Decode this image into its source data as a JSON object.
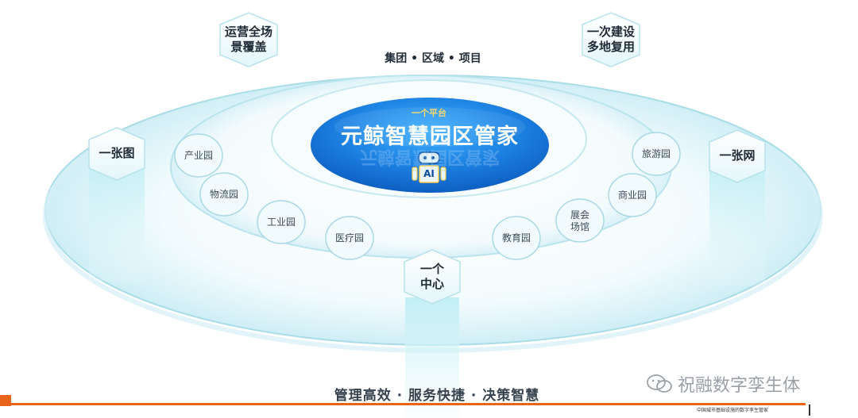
{
  "center": {
    "tag": "一个平台",
    "title": "元鲸智慧园区管家",
    "ai_label": "AI"
  },
  "top_line": "集团 • 区域 • 项目",
  "hex_labels": {
    "ops_line1": "运营全场",
    "ops_line2": "景覆盖",
    "build_line1": "一次建设",
    "build_line2": "多地复用",
    "map": "一张图",
    "net": "一张网",
    "center_line1": "一个",
    "center_line2": "中心"
  },
  "parks": [
    "产业园",
    "物流园",
    "工业园",
    "医疗园",
    "教育园",
    "展会",
    "场馆",
    "商业园",
    "旅游园"
  ],
  "slogan": "管理高效 · 服务快捷 · 决策智慧",
  "watermark": "祝融数字孪生体",
  "footnote": "中国城市基础设施的数字孪生管家",
  "colors": {
    "accent_orange": "#e8641b",
    "center_blue": "#1e88e5",
    "ring_cyan": "#bfe9f3"
  }
}
